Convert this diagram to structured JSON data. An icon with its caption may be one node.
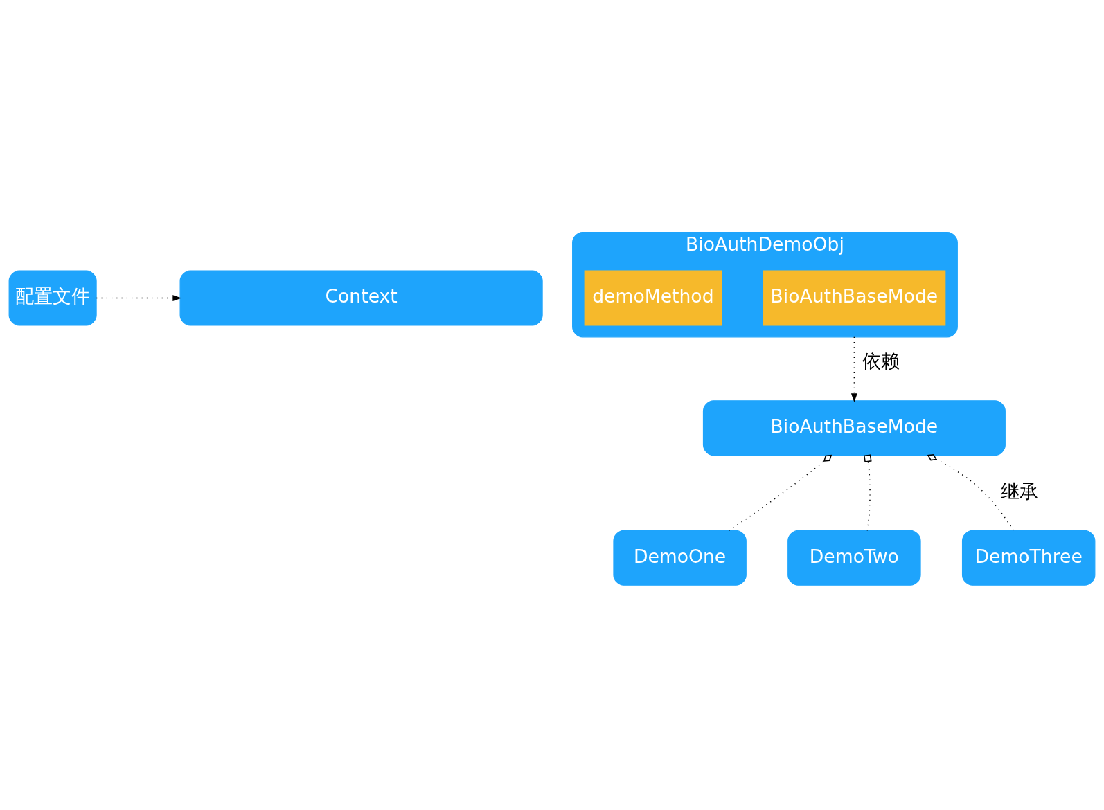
{
  "diagram": {
    "nodes": [
      {
        "text": [
          "配置文件"
        ]
      },
      {
        "text": [
          "Context"
        ]
      },
      {
        "text": [
          "BioAuthDemoObj"
        ]
      },
      {
        "text": [
          "BioAuthBaseMode"
        ],
        "in": 2
      },
      {
        "text": [
          "demoMethod"
        ],
        "in": 2
      },
      {
        "text": [
          "BioAuthBaseMode"
        ]
      },
      {
        "text": [
          "DemoOne"
        ]
      },
      {
        "text": [
          "DemoTwo"
        ]
      },
      {
        "text": [
          "DemoThree"
        ]
      }
    ],
    "edges": [
      {
        "from": 0,
        "to": 1,
        "arrow": "to",
        "style": "dashed"
      },
      {
        "from": 2,
        "to": 5,
        "arrow": "to",
        "style": "dashed",
        "label": "依赖"
      },
      {
        "from": 6,
        "to": 5,
        "arrow": "other",
        "style": "dashed"
      },
      {
        "from": 7,
        "to": 5,
        "arrow": "other",
        "style": "dashed"
      },
      {
        "from": 8,
        "to": 5,
        "arrow": "other",
        "style": "dashed",
        "label": "继承"
      }
    ]
  }
}
